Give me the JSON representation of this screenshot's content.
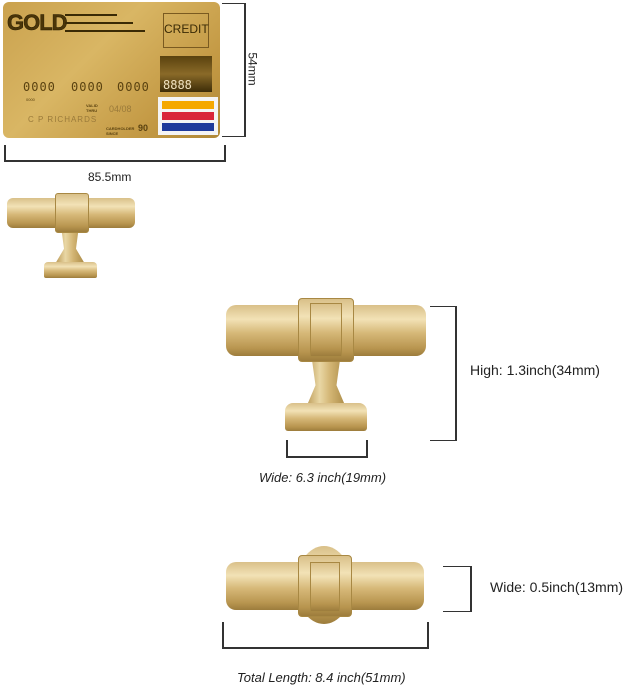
{
  "card": {
    "brand": "GOLD",
    "type": "CREDIT",
    "number_groups": [
      "0000",
      "0000",
      "0000",
      "8888"
    ],
    "small_code": "0000",
    "valid_label": "VALID THRU",
    "expiry": "04/08",
    "holder": "C P RICHARDS",
    "member_since_label": "CARDHOLDER SINCE",
    "member_since": "90",
    "stripe_colors": [
      "#f5a800",
      "#d9253b",
      "#1f3a9b"
    ]
  },
  "dimensions": {
    "card_height": "54mm",
    "card_width": "85.5mm",
    "height": "High: 1.3inch(34mm)",
    "base_width": "Wide: 6.3 inch(19mm)",
    "bar_width": "Wide: 0.5inch(13mm)",
    "total_length": "Total Length: 8.4 inch(51mm)"
  },
  "colors": {
    "gold": "#d6b878",
    "line": "#333333"
  }
}
